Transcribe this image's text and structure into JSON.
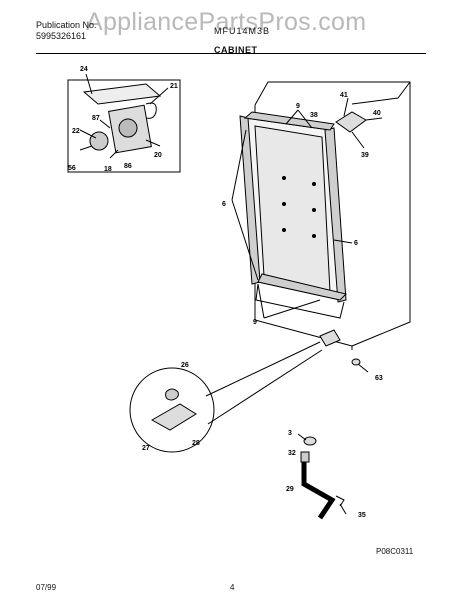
{
  "header": {
    "publication_label": "Publication No.",
    "publication_number": "5995326161",
    "model": "MFU14M3B",
    "section_title": "CABINET"
  },
  "watermark": {
    "text": "AppliancePartsPros.com"
  },
  "diagram": {
    "figure_code": "P08C0311",
    "callouts": {
      "c24": "24",
      "c21": "21",
      "c22": "22",
      "c87": "87",
      "c20": "20",
      "c56": "56",
      "c18": "18",
      "c86": "86",
      "c9a": "9",
      "c38": "38",
      "c41": "41",
      "c40": "40",
      "c39": "39",
      "c6a": "6",
      "c6b": "6",
      "c9b": "9",
      "c26": "26",
      "c27": "27",
      "c28": "28",
      "c63": "63",
      "c3": "3",
      "c32": "32",
      "c29": "29",
      "c35": "35"
    }
  },
  "footer": {
    "date": "07/99",
    "page": "4"
  }
}
